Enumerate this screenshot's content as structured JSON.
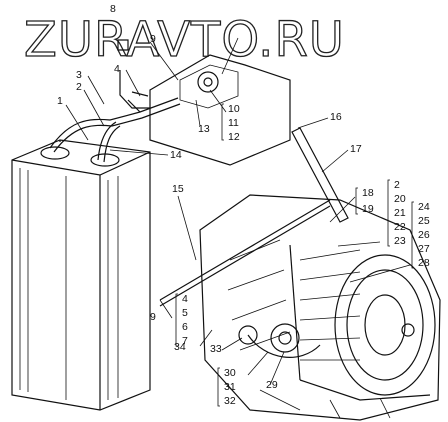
{
  "watermark": "ZURAVTO.RU",
  "callouts": [
    "1",
    "2",
    "3",
    "4",
    "8",
    "9",
    "10",
    "11",
    "12",
    "13",
    "14",
    "15",
    "16",
    "17",
    "18",
    "19",
    "2",
    "20",
    "21",
    "22",
    "23",
    "24",
    "25",
    "26",
    "27",
    "28",
    "4",
    "5",
    "6",
    "7",
    "34",
    "33",
    "30",
    "31",
    "32",
    "29",
    "9"
  ]
}
